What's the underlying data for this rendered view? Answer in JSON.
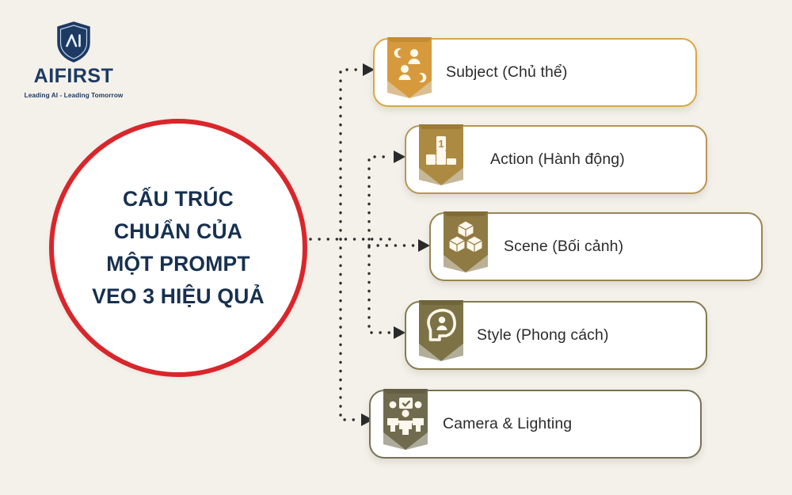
{
  "background_color": "#F4F1EB",
  "logo": {
    "icon": "shield-ai-logo",
    "wordmark": "AIFIRST",
    "tagline": "Leading AI - Leading Tomorrow",
    "color": "#1D3A63"
  },
  "center": {
    "ring_color": "#D9262B",
    "fill_color": "#FFFFFF",
    "text_color": "#17304F",
    "lines": [
      "CẤU TRÚC",
      "CHUẨN CỦA",
      "MỘT PROMPT",
      "VEO 3 HIỆU QUẢ"
    ]
  },
  "connector": {
    "style": "dotted",
    "dot_color": "#2E2E2E",
    "arrow_color": "#2A2A2A"
  },
  "cards": [
    {
      "label": "Subject (Chủ thể)",
      "icon": "people-group-icon",
      "badge_color": "#D69A3C",
      "badge_dark": "#B87F28",
      "border_color": "#D9A844"
    },
    {
      "label": "Action (Hành động)",
      "icon": "podium-ranking-icon",
      "badge_color": "#AD8A42",
      "badge_dark": "#8E6F2E",
      "border_color": "#B79553"
    },
    {
      "label": "Scene (Bối cảnh)",
      "icon": "cubes-stack-icon",
      "badge_color": "#907A43",
      "badge_dark": "#75612F",
      "border_color": "#9A8450"
    },
    {
      "label": "Style (Phong cách)",
      "icon": "head-profile-person-icon",
      "badge_color": "#7D7246",
      "badge_dark": "#645B32",
      "border_color": "#867A4E"
    },
    {
      "label": "Camera & Lighting",
      "icon": "team-meeting-icon",
      "badge_color": "#706B4E",
      "badge_dark": "#595538",
      "border_color": "#777253"
    }
  ]
}
